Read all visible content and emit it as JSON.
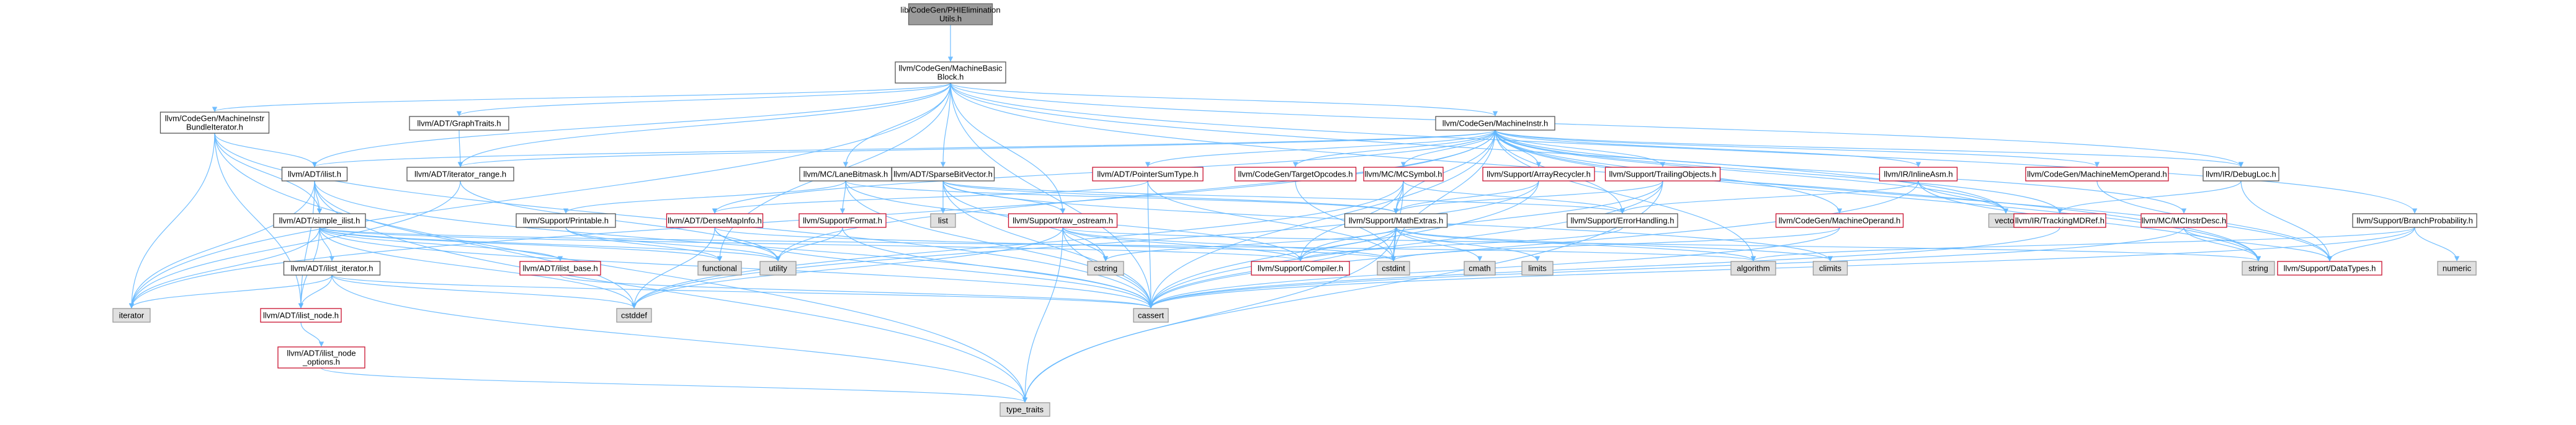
{
  "diagram": {
    "colors": {
      "edge": "#63b8ff",
      "root_fill": "#9b9b9b",
      "red_border": "#c8102e",
      "system_fill": "#e0e0e0"
    },
    "nodes": [
      {
        "id": "root",
        "lines": [
          "lib/CodeGen/PHIElimination",
          "Utils.h"
        ],
        "kind": "root"
      },
      {
        "id": "mbb",
        "lines": [
          "llvm/CodeGen/MachineBasic",
          "Block.h"
        ],
        "kind": "normal"
      },
      {
        "id": "mibi",
        "lines": [
          "llvm/CodeGen/MachineInstr",
          "BundleIterator.h"
        ],
        "kind": "normal"
      },
      {
        "id": "graphtraits",
        "lines": [
          "llvm/ADT/GraphTraits.h"
        ],
        "kind": "normal"
      },
      {
        "id": "mi",
        "lines": [
          "llvm/CodeGen/MachineInstr.h"
        ],
        "kind": "normal"
      },
      {
        "id": "ilist",
        "lines": [
          "llvm/ADT/ilist.h"
        ],
        "kind": "normal"
      },
      {
        "id": "iterrange",
        "lines": [
          "llvm/ADT/iterator_range.h"
        ],
        "kind": "normal"
      },
      {
        "id": "lanebm",
        "lines": [
          "llvm/MC/LaneBitmask.h"
        ],
        "kind": "normal"
      },
      {
        "id": "sbv",
        "lines": [
          "llvm/ADT/SparseBitVector.h"
        ],
        "kind": "normal"
      },
      {
        "id": "pst",
        "lines": [
          "llvm/ADT/PointerSumType.h"
        ],
        "kind": "red"
      },
      {
        "id": "tgtop",
        "lines": [
          "llvm/CodeGen/TargetOpcodes.h"
        ],
        "kind": "red"
      },
      {
        "id": "mcsym",
        "lines": [
          "llvm/MC/MCSymbol.h"
        ],
        "kind": "red"
      },
      {
        "id": "arec",
        "lines": [
          "llvm/Support/ArrayRecycler.h"
        ],
        "kind": "red"
      },
      {
        "id": "tobj",
        "lines": [
          "llvm/Support/TrailingObjects.h"
        ],
        "kind": "red"
      },
      {
        "id": "inlineasm",
        "lines": [
          "llvm/IR/InlineAsm.h"
        ],
        "kind": "red"
      },
      {
        "id": "mmo",
        "lines": [
          "llvm/CodeGen/MachineMemOperand.h"
        ],
        "kind": "red"
      },
      {
        "id": "debugloc",
        "lines": [
          "llvm/IR/DebugLoc.h"
        ],
        "kind": "normal"
      },
      {
        "id": "simpleilist",
        "lines": [
          "llvm/ADT/simple_ilist.h"
        ],
        "kind": "normal"
      },
      {
        "id": "printable",
        "lines": [
          "llvm/Support/Printable.h"
        ],
        "kind": "normal"
      },
      {
        "id": "dmi",
        "lines": [
          "llvm/ADT/DenseMapInfo.h"
        ],
        "kind": "red"
      },
      {
        "id": "format",
        "lines": [
          "llvm/Support/Format.h"
        ],
        "kind": "red"
      },
      {
        "id": "list",
        "lines": [
          "list"
        ],
        "kind": "sys"
      },
      {
        "id": "rawos",
        "lines": [
          "llvm/Support/raw_ostream.h"
        ],
        "kind": "red"
      },
      {
        "id": "mathextras",
        "lines": [
          "llvm/Support/MathExtras.h"
        ],
        "kind": "normal"
      },
      {
        "id": "errh",
        "lines": [
          "llvm/Support/ErrorHandling.h"
        ],
        "kind": "normal"
      },
      {
        "id": "mo",
        "lines": [
          "llvm/CodeGen/MachineOperand.h"
        ],
        "kind": "red"
      },
      {
        "id": "vector",
        "lines": [
          "vector"
        ],
        "kind": "sys"
      },
      {
        "id": "tmdref",
        "lines": [
          "llvm/IR/TrackingMDRef.h"
        ],
        "kind": "red"
      },
      {
        "id": "mcinstr",
        "lines": [
          "llvm/MC/MCInstrDesc.h"
        ],
        "kind": "red"
      },
      {
        "id": "branchprob",
        "lines": [
          "llvm/Support/BranchProbability.h"
        ],
        "kind": "normal"
      },
      {
        "id": "numeric",
        "lines": [
          "numeric"
        ],
        "kind": "sys"
      },
      {
        "id": "ilistiter",
        "lines": [
          "llvm/ADT/ilist_iterator.h"
        ],
        "kind": "normal"
      },
      {
        "id": "ilistbase",
        "lines": [
          "llvm/ADT/ilist_base.h"
        ],
        "kind": "red"
      },
      {
        "id": "functional",
        "lines": [
          "functional"
        ],
        "kind": "sys"
      },
      {
        "id": "utility",
        "lines": [
          "utility"
        ],
        "kind": "sys"
      },
      {
        "id": "cstring",
        "lines": [
          "cstring"
        ],
        "kind": "sys"
      },
      {
        "id": "compiler",
        "lines": [
          "llvm/Support/Compiler.h"
        ],
        "kind": "red"
      },
      {
        "id": "cstdint",
        "lines": [
          "cstdint"
        ],
        "kind": "sys"
      },
      {
        "id": "cmath",
        "lines": [
          "cmath"
        ],
        "kind": "sys"
      },
      {
        "id": "limits",
        "lines": [
          "limits"
        ],
        "kind": "sys"
      },
      {
        "id": "algorithm",
        "lines": [
          "algorithm"
        ],
        "kind": "sys"
      },
      {
        "id": "climits",
        "lines": [
          "climits"
        ],
        "kind": "sys"
      },
      {
        "id": "string",
        "lines": [
          "string"
        ],
        "kind": "sys"
      },
      {
        "id": "datatypes",
        "lines": [
          "llvm/Support/DataTypes.h"
        ],
        "kind": "red"
      },
      {
        "id": "iterator",
        "lines": [
          "iterator"
        ],
        "kind": "sys"
      },
      {
        "id": "ilistnode",
        "lines": [
          "llvm/ADT/ilist_node.h"
        ],
        "kind": "red"
      },
      {
        "id": "cstddef",
        "lines": [
          "cstddef"
        ],
        "kind": "sys"
      },
      {
        "id": "cassert",
        "lines": [
          "cassert"
        ],
        "kind": "sys"
      },
      {
        "id": "ilistnodeopt",
        "lines": [
          "llvm/ADT/ilist_node",
          "_options.h"
        ],
        "kind": "red"
      },
      {
        "id": "typetraits",
        "lines": [
          "type_traits"
        ],
        "kind": "sys"
      }
    ],
    "edges": [
      [
        "root",
        "mbb"
      ],
      [
        "mbb",
        "mibi"
      ],
      [
        "mbb",
        "graphtraits"
      ],
      [
        "mbb",
        "mi"
      ],
      [
        "mbb",
        "ilist"
      ],
      [
        "mbb",
        "iterrange"
      ],
      [
        "mbb",
        "lanebm"
      ],
      [
        "mbb",
        "sbv"
      ],
      [
        "mbb",
        "debugloc"
      ],
      [
        "mbb",
        "branchprob"
      ],
      [
        "mbb",
        "vector"
      ],
      [
        "mbb",
        "iterator"
      ],
      [
        "mbb",
        "cassert"
      ],
      [
        "mbb",
        "functional"
      ],
      [
        "mbb",
        "rawos"
      ],
      [
        "mbb",
        "string"
      ],
      [
        "mibi",
        "ilist"
      ],
      [
        "mibi",
        "simpleilist"
      ],
      [
        "mibi",
        "iterator"
      ],
      [
        "mibi",
        "cassert"
      ],
      [
        "mibi",
        "typetraits"
      ],
      [
        "mibi",
        "ilistnode"
      ],
      [
        "graphtraits",
        "iterrange"
      ],
      [
        "mi",
        "pst"
      ],
      [
        "mi",
        "tgtop"
      ],
      [
        "mi",
        "mcsym"
      ],
      [
        "mi",
        "arec"
      ],
      [
        "mi",
        "tobj"
      ],
      [
        "mi",
        "inlineasm"
      ],
      [
        "mi",
        "mmo"
      ],
      [
        "mi",
        "debugloc"
      ],
      [
        "mi",
        "mo"
      ],
      [
        "mi",
        "mcinstr"
      ],
      [
        "mi",
        "tmdref"
      ],
      [
        "mi",
        "dmi"
      ],
      [
        "mi",
        "ilist"
      ],
      [
        "mi",
        "iterrange"
      ],
      [
        "mi",
        "algorithm"
      ],
      [
        "mi",
        "cstdint"
      ],
      [
        "mi",
        "utility"
      ],
      [
        "mi",
        "cassert"
      ],
      [
        "mi",
        "vector"
      ],
      [
        "mi",
        "string"
      ],
      [
        "mi",
        "mathextras"
      ],
      [
        "mi",
        "errh"
      ],
      [
        "mi",
        "datatypes"
      ],
      [
        "mi",
        "iterator"
      ],
      [
        "ilist",
        "simpleilist"
      ],
      [
        "ilist",
        "iterator"
      ],
      [
        "ilist",
        "cassert"
      ],
      [
        "ilist",
        "cstddef"
      ],
      [
        "ilist",
        "typetraits"
      ],
      [
        "ilist",
        "ilistnode"
      ],
      [
        "iterrange",
        "utility"
      ],
      [
        "iterrange",
        "iterator"
      ],
      [
        "lanebm",
        "printable"
      ],
      [
        "lanebm",
        "format"
      ],
      [
        "lanebm",
        "mathextras"
      ],
      [
        "lanebm",
        "compiler"
      ],
      [
        "lanebm",
        "cassert"
      ],
      [
        "sbv",
        "list"
      ],
      [
        "sbv",
        "rawos"
      ],
      [
        "sbv",
        "mathextras"
      ],
      [
        "sbv",
        "errh"
      ],
      [
        "sbv",
        "cassert"
      ],
      [
        "sbv",
        "climits"
      ],
      [
        "sbv",
        "cstring"
      ],
      [
        "pst",
        "dmi"
      ],
      [
        "pst",
        "cassert"
      ],
      [
        "pst",
        "cstdint"
      ],
      [
        "tgtop",
        "cstdint"
      ],
      [
        "mcsym",
        "errh"
      ],
      [
        "mcsym",
        "mathextras"
      ],
      [
        "mcsym",
        "cstdint"
      ],
      [
        "mcsym",
        "compiler"
      ],
      [
        "mcsym",
        "cstddef"
      ],
      [
        "arec",
        "mathextras"
      ],
      [
        "arec",
        "cstddef"
      ],
      [
        "arec",
        "cassert"
      ],
      [
        "tobj",
        "mathextras"
      ],
      [
        "tobj",
        "compiler"
      ],
      [
        "tobj",
        "typetraits"
      ],
      [
        "tobj",
        "cassert"
      ],
      [
        "inlineasm",
        "errh"
      ],
      [
        "inlineasm",
        "vector"
      ],
      [
        "inlineasm",
        "string"
      ],
      [
        "inlineasm",
        "cassert"
      ],
      [
        "mmo",
        "datatypes"
      ],
      [
        "debugloc",
        "tmdref"
      ],
      [
        "debugloc",
        "datatypes"
      ],
      [
        "simpleilist",
        "ilistbase"
      ],
      [
        "simpleilist",
        "ilistiter"
      ],
      [
        "simpleilist",
        "ilistnode"
      ],
      [
        "simpleilist",
        "compiler"
      ],
      [
        "simpleilist",
        "cassert"
      ],
      [
        "simpleilist",
        "cstddef"
      ],
      [
        "simpleilist",
        "functional"
      ],
      [
        "simpleilist",
        "iterator"
      ],
      [
        "simpleilist",
        "utility"
      ],
      [
        "simpleilist",
        "algorithm"
      ],
      [
        "printable",
        "functional"
      ],
      [
        "printable",
        "utility"
      ],
      [
        "dmi",
        "cassert"
      ],
      [
        "dmi",
        "cstddef"
      ],
      [
        "dmi",
        "cstdint"
      ],
      [
        "dmi",
        "utility"
      ],
      [
        "format",
        "cassert"
      ],
      [
        "format",
        "cstdio"
      ],
      [
        "format",
        "utility"
      ],
      [
        "rawos",
        "compiler"
      ],
      [
        "rawos",
        "cassert"
      ],
      [
        "rawos",
        "cstddef"
      ],
      [
        "rawos",
        "cstdint"
      ],
      [
        "rawos",
        "cstring"
      ],
      [
        "rawos",
        "string"
      ],
      [
        "rawos",
        "typetraits"
      ],
      [
        "mathextras",
        "compiler"
      ],
      [
        "mathextras",
        "cassert"
      ],
      [
        "mathextras",
        "climits"
      ],
      [
        "mathextras",
        "cmath"
      ],
      [
        "mathextras",
        "cstdint"
      ],
      [
        "mathextras",
        "cstring"
      ],
      [
        "mathextras",
        "limits"
      ],
      [
        "mathextras",
        "type_traits_dup"
      ],
      [
        "mathextras",
        "algorithm"
      ],
      [
        "mathextras",
        "typetraits"
      ],
      [
        "errh",
        "compiler"
      ],
      [
        "mo",
        "cassert"
      ],
      [
        "mo",
        "cstdint"
      ],
      [
        "tmdref",
        "cassert"
      ],
      [
        "mcinstr",
        "datatypes"
      ],
      [
        "mcinstr",
        "string"
      ],
      [
        "mcinstr",
        "cassert"
      ],
      [
        "branchprob",
        "datatypes"
      ],
      [
        "branchprob",
        "algorithm"
      ],
      [
        "branchprob",
        "cassert"
      ],
      [
        "branchprob",
        "numeric"
      ],
      [
        "ilistiter",
        "ilistnode"
      ],
      [
        "ilistiter",
        "cassert"
      ],
      [
        "ilistiter",
        "cstddef"
      ],
      [
        "ilistiter",
        "iterator"
      ],
      [
        "ilistiter",
        "typetraits"
      ],
      [
        "ilistbase",
        "cassert"
      ],
      [
        "ilistnode",
        "ilistnodeopt"
      ],
      [
        "ilistnodeopt",
        "typetraits"
      ]
    ]
  }
}
